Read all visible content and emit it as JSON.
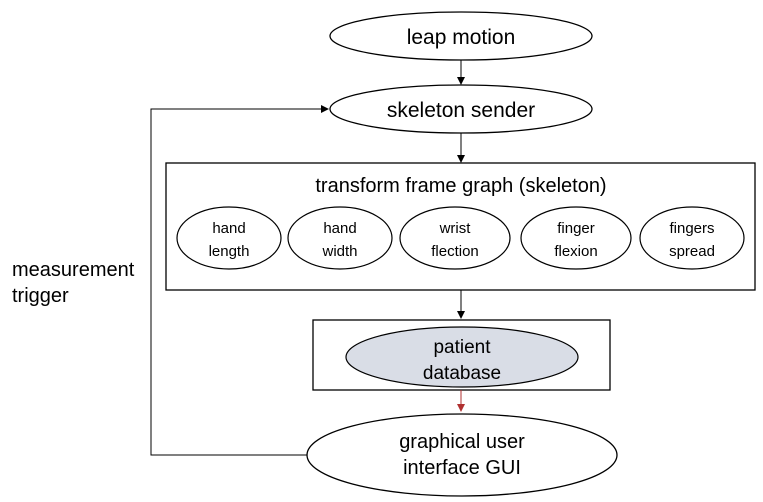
{
  "nodes": {
    "leap_motion": "leap motion",
    "skeleton_sender": "skeleton sender",
    "transform_box_title": "transform frame graph (skeleton)",
    "measurements": [
      [
        "hand",
        "length"
      ],
      [
        "hand",
        "width"
      ],
      [
        "wrist",
        "flection"
      ],
      [
        "finger",
        "flexion"
      ],
      [
        "fingers",
        "spread"
      ]
    ],
    "patient_database": [
      "patient",
      "database"
    ],
    "gui": [
      "graphical user",
      "interface GUI"
    ]
  },
  "side_label": [
    "measurement",
    "trigger"
  ],
  "colors": {
    "stroke": "#000000",
    "database_fill": "#d9dde6",
    "arrow_db_gui": "#b03030"
  }
}
